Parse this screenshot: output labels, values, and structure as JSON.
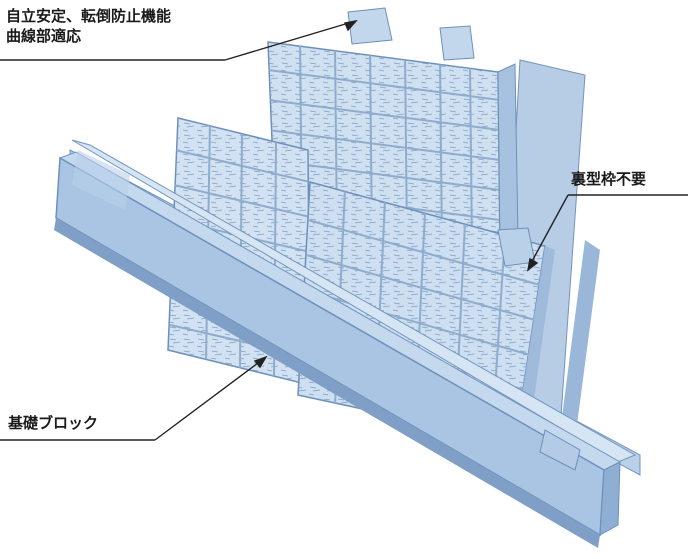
{
  "labels": {
    "top_line1": "自立安定、転倒防止機能",
    "top_line2": "曲線部適応",
    "right": "裏型枠不要",
    "bottom": "基礎ブロック"
  },
  "colors": {
    "panel_face": "#cfe0f1",
    "panel_mortar": "#8faccc",
    "block_top": "#d6e5f4",
    "block_front": "#a9c5e3",
    "block_shadow": "#7f9fc6",
    "leader_line": "#222222"
  }
}
